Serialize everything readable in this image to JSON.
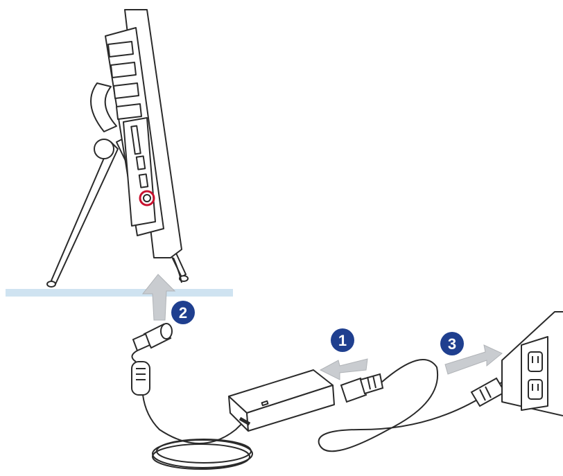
{
  "steps": [
    {
      "number": "1",
      "action": "connect-power-cord-to-adapter"
    },
    {
      "number": "2",
      "action": "connect-adapter-to-dc-in-jack"
    },
    {
      "number": "3",
      "action": "plug-power-cord-into-outlet"
    }
  ],
  "colors": {
    "badge": "#1f3f8f",
    "arrow": "#c9ccd0",
    "table_line": "#cfe3f1",
    "highlight_ring": "#c8102e",
    "line": "#2a2a2a",
    "device_fill": "#ffffff"
  }
}
